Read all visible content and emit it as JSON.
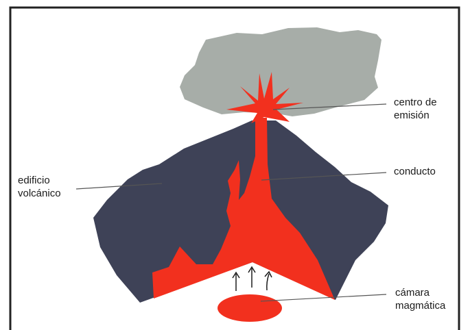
{
  "diagram": {
    "labels": {
      "centro_de_emision": {
        "line1": "centro de",
        "line2": "emisión"
      },
      "conducto": "conducto",
      "edificio_volcanico": {
        "line1": "edificio",
        "line2": "volcánico"
      },
      "camara_magmatica": {
        "line1": "cámara",
        "line2": "magmática"
      }
    },
    "colors": {
      "magma": "#f2301e",
      "volcano": "#3e4257",
      "cloud": "#a7ada8",
      "frame": "#222222",
      "leader": "#555555"
    },
    "arrow_count": 3
  }
}
